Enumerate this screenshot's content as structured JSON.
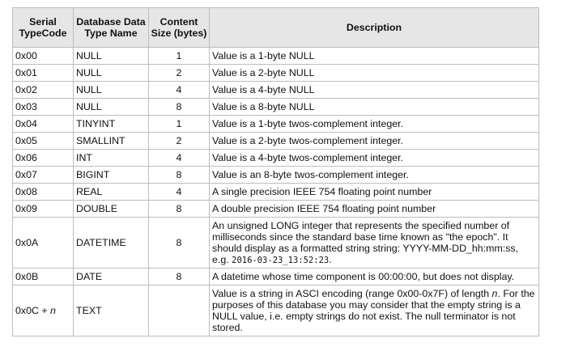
{
  "headers": {
    "code": "Serial TypeCode",
    "name": "Database Data Type Name",
    "size": "Content Size (bytes)",
    "desc": "Description"
  },
  "rows": [
    {
      "code": "0x00",
      "name": "NULL",
      "size": "1",
      "desc": "Value is a 1-byte NULL"
    },
    {
      "code": "0x01",
      "name": "NULL",
      "size": "2",
      "desc": "Value is a 2-byte NULL"
    },
    {
      "code": "0x02",
      "name": "NULL",
      "size": "4",
      "desc": "Value is a 4-byte NULL"
    },
    {
      "code": "0x03",
      "name": "NULL",
      "size": "8",
      "desc": "Value is a 8-byte NULL"
    },
    {
      "code": "0x04",
      "name": "TINYINT",
      "size": "1",
      "desc": "Value is a 1-byte twos-complement integer."
    },
    {
      "code": "0x05",
      "name": "SMALLINT",
      "size": "2",
      "desc": "Value is a 2-byte twos-complement integer."
    },
    {
      "code": "0x06",
      "name": "INT",
      "size": "4",
      "desc": "Value is a 4-byte twos-complement integer."
    },
    {
      "code": "0x07",
      "name": "BIGINT",
      "size": "8",
      "desc": "Value is an 8-byte twos-complement integer."
    },
    {
      "code": "0x08",
      "name": "REAL",
      "size": "4",
      "desc": "A single precision IEEE 754 floating point number"
    },
    {
      "code": "0x09",
      "name": "DOUBLE",
      "size": "8",
      "desc": "A double precision IEEE 754 floating point number"
    },
    {
      "code": "0x0A",
      "name": "DATETIME",
      "size": "8",
      "desc_text": "An unsigned LONG integer that represents the specified number of milliseconds since the standard base time known as \"the epoch\". It should display as a formatted string string: YYYY-MM-DD_hh:mm:ss, e.g. ",
      "desc_example": "2016-03-23_13:52:23",
      "desc_end": "."
    },
    {
      "code": "0x0B",
      "name": "DATE",
      "size": "8",
      "desc": "A datetime whose time component is 00:00:00, but does not display."
    },
    {
      "code_prefix": "0x0C + ",
      "code_var": "n",
      "name": "TEXT",
      "size": "",
      "desc_text": "Value is a string in ASCI encoding (range 0x00-0x7F) of length ",
      "desc_var": "n",
      "desc_end": ". For the purposes of this database you may consider that the empty string is a NULL value, i.e. empty strings do not exist. The null terminator is not stored."
    }
  ]
}
